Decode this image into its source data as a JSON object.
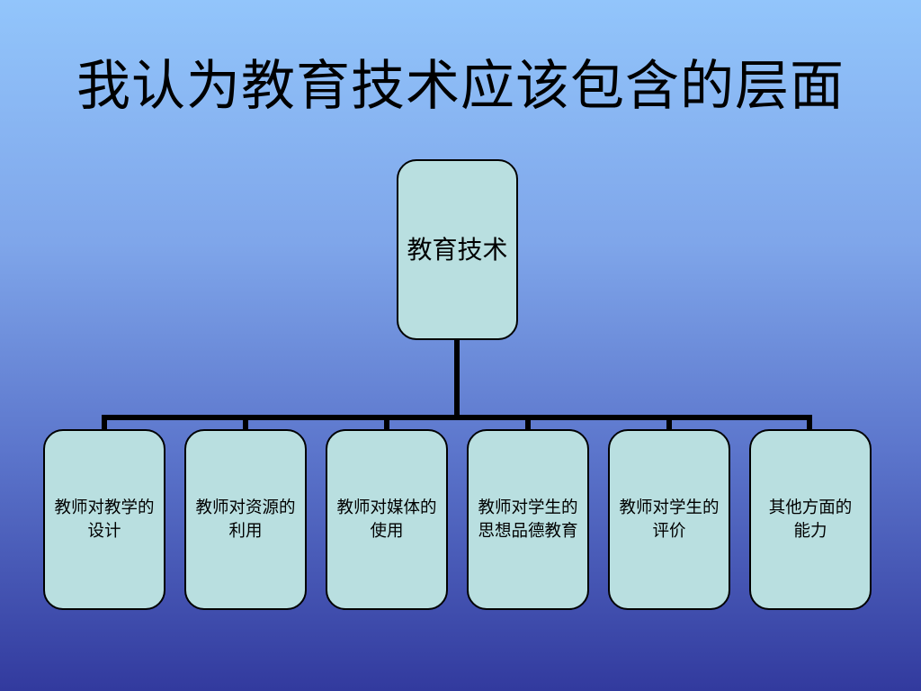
{
  "slide": {
    "title": "我认为教育技术应该包含的层面"
  },
  "diagram": {
    "root": {
      "label": "教育技术"
    },
    "children": [
      {
        "label": "教师对教学的\n设计"
      },
      {
        "label": "教师对资源的\n利用"
      },
      {
        "label": "教师对媒体的\n使用"
      },
      {
        "label": "教师对学生的\n思想品德教育"
      },
      {
        "label": "教师对学生的\n评价"
      },
      {
        "label": "其他方面的\n能力"
      }
    ],
    "colors": {
      "node_fill": "#B9DFE0",
      "node_border": "#000000",
      "connector": "#000000",
      "background_top": "#92C5FB",
      "background_bottom": "#323A9E"
    }
  }
}
